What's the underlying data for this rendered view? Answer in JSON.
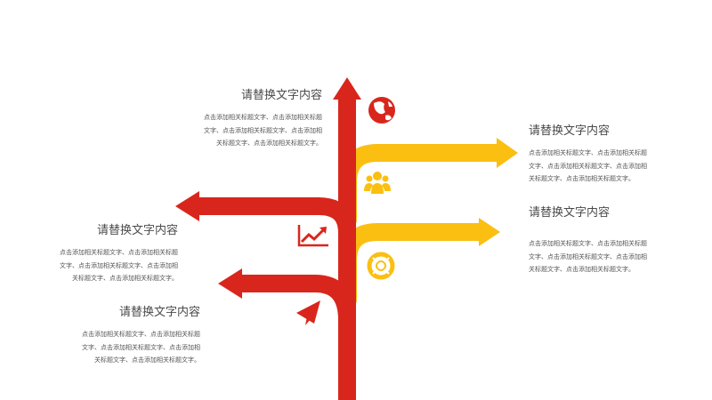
{
  "colors": {
    "red": "#d9261c",
    "yellow": "#fbbf11",
    "text": "#4a4a4a"
  },
  "blocks": [
    {
      "title": "请替换文字内容",
      "body_lines": [
        "点击添加相关标题文字、点击添加相关标题",
        "文字、点击添加相关标题文字、点击添加相",
        "关标题文字、点击添加相关标题文字。"
      ]
    },
    {
      "title": "请替换文字内容",
      "body_lines": [
        "点击添加相关标题文字、点击添加相关标题",
        "文字、点击添加相关标题文字、点击添加相",
        "关标题文字、点击添加相关标题文字。"
      ]
    },
    {
      "title": "请替换文字内容",
      "body_lines": [
        "点击添加相关标题文字、点击添加相关标题",
        "文字、点击添加相关标题文字、点击添加相",
        "关标题文字、点击添加相关标题文字。"
      ]
    },
    {
      "title": "请替换文字内容",
      "body_lines": [
        "点击添加相关标题文字、点击添加相关标题",
        "文字、点击添加相关标题文字、点击添加相",
        "关标题文字、点击添加相关标题文字。"
      ]
    },
    {
      "title": "请替换文字内容",
      "body_lines": [
        "点击添加相关标题文字、点击添加相关标题",
        "文字、点击添加相关标题文字、点击添加相",
        "关标题文字、点击添加相关标题文字。"
      ]
    }
  ],
  "icons": [
    "globe-icon",
    "team-icon",
    "trend-chart-icon",
    "lifebuoy-icon",
    "paper-plane-icon"
  ]
}
